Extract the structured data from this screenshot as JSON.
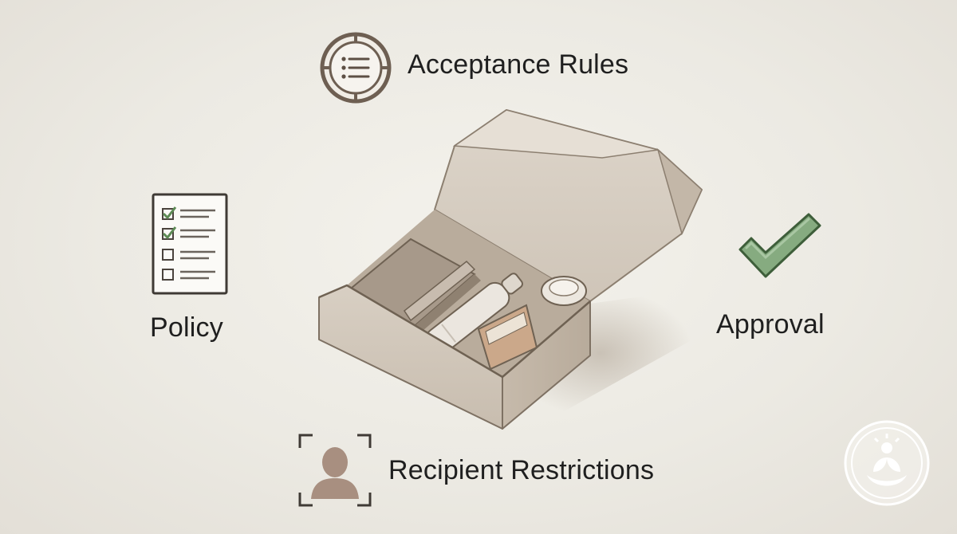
{
  "labels": {
    "acceptance_rules": "Acceptance Rules",
    "policy": "Policy",
    "approval": "Approval",
    "recipient_restrictions": "Recipient Restrictions"
  },
  "icons": {
    "acceptance_rules": "list-circle-icon",
    "policy": "checklist-document-icon",
    "approval": "checkmark-icon",
    "recipient_restrictions": "user-frame-icon",
    "center": "gift-box-illustration",
    "brand": "sprout-logo"
  },
  "colors": {
    "icon_brown": "#6e5f52",
    "check_green": "#7fa57a",
    "box_beige": "#d2c8bb",
    "text": "#1f1f1f"
  }
}
